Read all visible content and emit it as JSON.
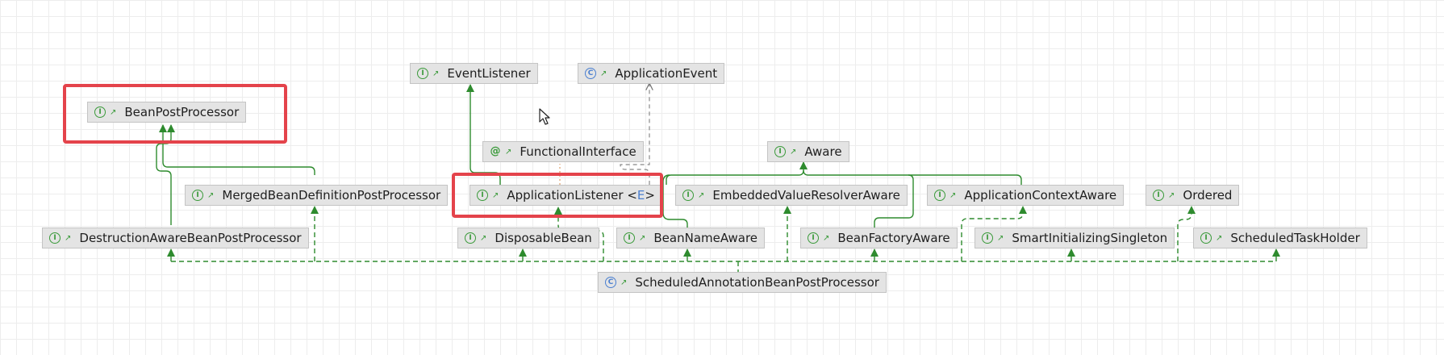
{
  "nodes": {
    "bean_post_processor": {
      "name": "BeanPostProcessor",
      "kind": "interface",
      "badge": "I"
    },
    "event_listener": {
      "name": "EventListener",
      "kind": "interface",
      "badge": "I"
    },
    "application_event": {
      "name": "ApplicationEvent",
      "kind": "class",
      "badge": "C"
    },
    "functional_interface": {
      "name": "FunctionalInterface",
      "kind": "annotation",
      "badge": "@"
    },
    "aware": {
      "name": "Aware",
      "kind": "interface",
      "badge": "I"
    },
    "merged_bean_definition_post_processor": {
      "name": "MergedBeanDefinitionPostProcessor",
      "kind": "interface",
      "badge": "I"
    },
    "application_listener": {
      "name": "ApplicationListener",
      "type_param": "E",
      "kind": "interface",
      "badge": "I"
    },
    "embedded_value_resolver_aware": {
      "name": "EmbeddedValueResolverAware",
      "kind": "interface",
      "badge": "I"
    },
    "application_context_aware": {
      "name": "ApplicationContextAware",
      "kind": "interface",
      "badge": "I"
    },
    "ordered": {
      "name": "Ordered",
      "kind": "interface",
      "badge": "I"
    },
    "destruction_aware_bean_post_processor": {
      "name": "DestructionAwareBeanPostProcessor",
      "kind": "interface",
      "badge": "I"
    },
    "disposable_bean": {
      "name": "DisposableBean",
      "kind": "interface",
      "badge": "I"
    },
    "bean_name_aware": {
      "name": "BeanNameAware",
      "kind": "interface",
      "badge": "I"
    },
    "bean_factory_aware": {
      "name": "BeanFactoryAware",
      "kind": "interface",
      "badge": "I"
    },
    "smart_initializing_singleton": {
      "name": "SmartInitializingSingleton",
      "kind": "interface",
      "badge": "I"
    },
    "scheduled_task_holder": {
      "name": "ScheduledTaskHolder",
      "kind": "interface",
      "badge": "I"
    },
    "scheduled_annotation_bean_post_processor": {
      "name": "ScheduledAnnotationBeanPostProcessor",
      "kind": "class",
      "badge": "C"
    }
  },
  "visibility_icon": "public-icon",
  "colors": {
    "extends": "#2e8b2e",
    "implements": "#2e8b2e",
    "dependency": "#888888",
    "highlight": "#e4434b",
    "interface_badge": "#3a9a3a",
    "class_badge": "#4a7fd0"
  },
  "edges": [
    {
      "from": "merged_bean_definition_post_processor",
      "to": "bean_post_processor",
      "style": "extends"
    },
    {
      "from": "destruction_aware_bean_post_processor",
      "to": "bean_post_processor",
      "style": "extends"
    },
    {
      "from": "application_listener",
      "to": "event_listener",
      "style": "extends"
    },
    {
      "from": "application_listener",
      "to": "application_event",
      "style": "dependency"
    },
    {
      "from": "application_listener",
      "to": "functional_interface",
      "style": "annotation"
    },
    {
      "from": "embedded_value_resolver_aware",
      "to": "aware",
      "style": "extends"
    },
    {
      "from": "application_context_aware",
      "to": "aware",
      "style": "extends"
    },
    {
      "from": "bean_name_aware",
      "to": "aware",
      "style": "extends"
    },
    {
      "from": "bean_factory_aware",
      "to": "aware",
      "style": "extends"
    },
    {
      "from": "scheduled_annotation_bean_post_processor",
      "to": "destruction_aware_bean_post_processor",
      "style": "implements"
    },
    {
      "from": "scheduled_annotation_bean_post_processor",
      "to": "merged_bean_definition_post_processor",
      "style": "implements"
    },
    {
      "from": "scheduled_annotation_bean_post_processor",
      "to": "disposable_bean",
      "style": "implements"
    },
    {
      "from": "scheduled_annotation_bean_post_processor",
      "to": "application_listener",
      "style": "implements"
    },
    {
      "from": "scheduled_annotation_bean_post_processor",
      "to": "bean_name_aware",
      "style": "implements"
    },
    {
      "from": "scheduled_annotation_bean_post_processor",
      "to": "embedded_value_resolver_aware",
      "style": "implements"
    },
    {
      "from": "scheduled_annotation_bean_post_processor",
      "to": "bean_factory_aware",
      "style": "implements"
    },
    {
      "from": "scheduled_annotation_bean_post_processor",
      "to": "application_context_aware",
      "style": "implements"
    },
    {
      "from": "scheduled_annotation_bean_post_processor",
      "to": "smart_initializing_singleton",
      "style": "implements"
    },
    {
      "from": "scheduled_annotation_bean_post_processor",
      "to": "ordered",
      "style": "implements"
    },
    {
      "from": "scheduled_annotation_bean_post_processor",
      "to": "scheduled_task_holder",
      "style": "implements"
    }
  ],
  "highlights": [
    "bean_post_processor",
    "application_listener"
  ]
}
